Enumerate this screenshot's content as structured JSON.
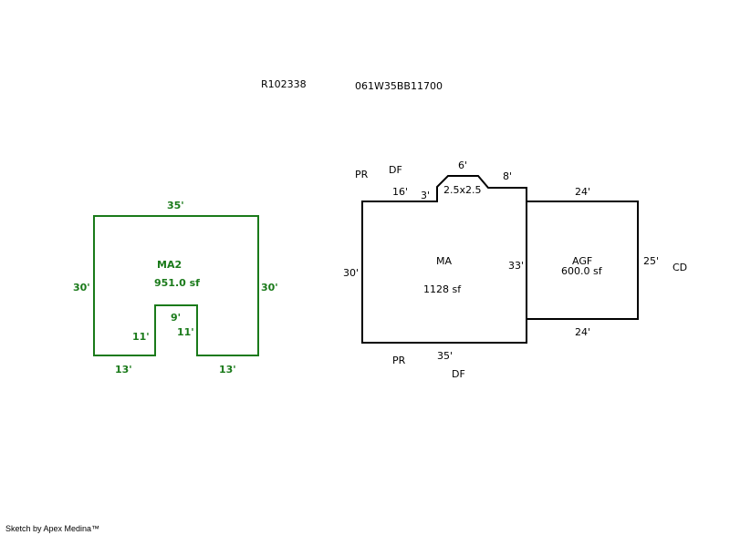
{
  "header": {
    "account_id": "R102338",
    "map_tax_lot": "061W35BB11700"
  },
  "colors": {
    "outline_main": "#000000",
    "outline_ma2": "#1a7a1a"
  },
  "ma2": {
    "label": "MA2",
    "area": "951.0 sf",
    "dim_top": "35'",
    "dim_left": "30'",
    "dim_right": "30'",
    "dim_bottom_left": "13'",
    "dim_bottom_right": "13'",
    "dim_notch_left": "11'",
    "dim_notch_right": "11'",
    "dim_notch_top": "9'"
  },
  "ma": {
    "label": "MA",
    "area": "1128 sf",
    "dim_left": "30'",
    "dim_right": "33'",
    "dim_bottom": "35'",
    "dim_top_left": "16'",
    "dim_step": "3'",
    "dim_bay_top": "6'",
    "dim_bay_right": "8'",
    "bay_size": "2.5x2.5",
    "tag_pr_top": "PR",
    "tag_df_top": "DF",
    "tag_pr_bottom": "PR",
    "tag_df_bottom": "DF"
  },
  "agf": {
    "label": "AGF",
    "area": "600.0 sf",
    "dim_top": "24'",
    "dim_bottom": "24'",
    "dim_right": "25'",
    "tag_cd": "CD"
  },
  "footer": {
    "credit": "Sketch by Apex Medina™"
  }
}
